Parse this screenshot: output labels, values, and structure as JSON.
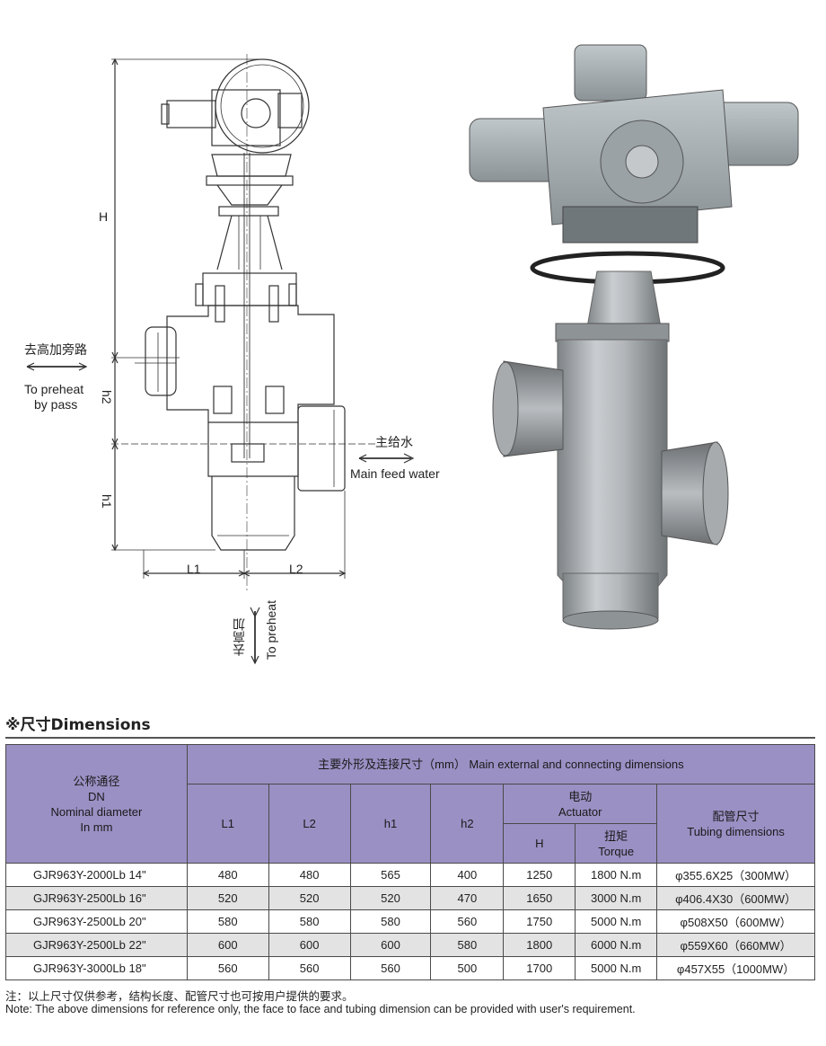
{
  "drawing": {
    "dim_H": "H",
    "dim_h2": "h2",
    "dim_h1": "h1",
    "dim_L1": "L1",
    "dim_L2": "L2",
    "bypass_cn": "去高加旁路",
    "bypass_en_1": "To preheat",
    "bypass_en_2": "by pass",
    "feed_cn": "主给水",
    "feed_en": "Main feed water",
    "preheat_cn": "去高加",
    "preheat_en": "To preheat"
  },
  "section": {
    "title": "※尺寸Dimensions"
  },
  "table": {
    "dn_header": [
      "公称通径",
      "DN",
      "Nominal  diameter",
      "In     mm"
    ],
    "main_header": "主要外形及连接尺寸（mm） Main external and connecting dimensions",
    "col_L1": "L1",
    "col_L2": "L2",
    "col_h1": "h1",
    "col_h2": "h2",
    "actuator_cn": "电动",
    "actuator_en": "Actuator",
    "col_H": "H",
    "torque_cn": "扭矩",
    "torque_en": "Torque",
    "tubing_cn": "配管尺寸",
    "tubing_en": "Tubing dimensions",
    "rows": [
      {
        "model": "GJR963Y-2000Lb 14\"",
        "L1": "480",
        "L2": "480",
        "h1": "565",
        "h2": "400",
        "H": "1250",
        "torque": "1800 N.m",
        "tubing": "φ355.6X25（300MW）"
      },
      {
        "model": "GJR963Y-2500Lb 16\"",
        "L1": "520",
        "L2": "520",
        "h1": "520",
        "h2": "470",
        "H": "1650",
        "torque": "3000 N.m",
        "tubing": "φ406.4X30（600MW）"
      },
      {
        "model": "GJR963Y-2500Lb 20\"",
        "L1": "580",
        "L2": "580",
        "h1": "580",
        "h2": "560",
        "H": "1750",
        "torque": "5000 N.m",
        "tubing": "φ508X50（600MW）"
      },
      {
        "model": "GJR963Y-2500Lb 22\"",
        "L1": "600",
        "L2": "600",
        "h1": "600",
        "h2": "580",
        "H": "1800",
        "torque": "6000 N.m",
        "tubing": "φ559X60（660MW）"
      },
      {
        "model": "GJR963Y-3000Lb 18\"",
        "L1": "560",
        "L2": "560",
        "h1": "560",
        "h2": "500",
        "H": "1700",
        "torque": "5000 N.m",
        "tubing": "φ457X55（1000MW）"
      }
    ]
  },
  "notes": {
    "cn": "注：以上尺寸仅供参考，结构长度、配管尺寸也可按用户提供的要求。",
    "en": "Note: The above dimensions for reference only, the face to face and tubing dimension can be provided with user's requirement."
  },
  "colors": {
    "header_bg": "#9b90c4",
    "alt_row_bg": "#e3e3e3",
    "valve_gray": "#a9adb0",
    "actuator_gray": "#a8b0b4"
  }
}
